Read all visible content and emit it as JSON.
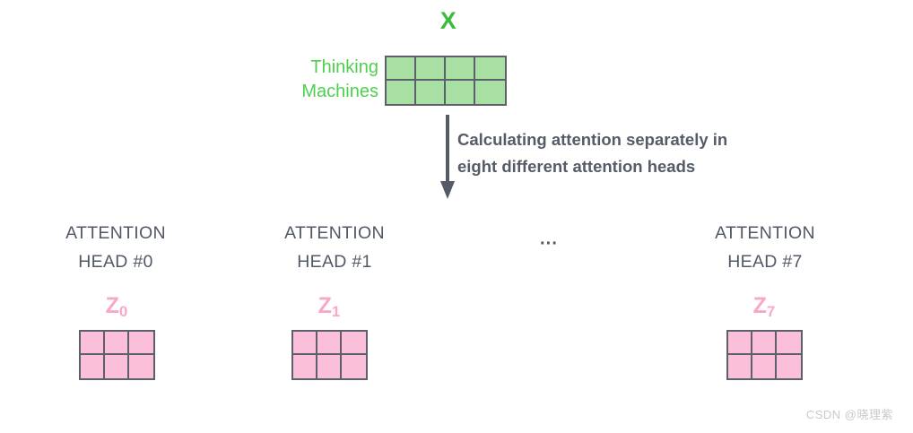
{
  "input": {
    "matrix_label": "X",
    "matrix_label_color": "#3bbd3b",
    "token_rows": [
      "Thinking",
      "Machines"
    ],
    "token_color": "#4ed04e",
    "grid": {
      "rows": 2,
      "cols": 4,
      "fill": "#a8dfa3",
      "stroke": "#5b606c"
    }
  },
  "flow": {
    "arrow_icon": "down-arrow-icon",
    "arrow_color": "#545b67",
    "annotation_lines": [
      "Calculating attention separately in",
      "eight different attention heads"
    ],
    "annotation_color": "#555c68"
  },
  "heads": [
    {
      "title_lines": [
        "ATTENTION",
        "HEAD #0"
      ],
      "output_label": "Z",
      "output_subscript": "0",
      "grid": {
        "rows": 2,
        "cols": 3,
        "fill": "#fbbfd9",
        "stroke": "#5b606c"
      }
    },
    {
      "title_lines": [
        "ATTENTION",
        "HEAD #1"
      ],
      "output_label": "Z",
      "output_subscript": "1",
      "grid": {
        "rows": 2,
        "cols": 3,
        "fill": "#fbbfd9",
        "stroke": "#5b606c"
      }
    },
    {
      "title_lines": [
        "ATTENTION",
        "HEAD #7"
      ],
      "output_label": "Z",
      "output_subscript": "7",
      "grid": {
        "rows": 2,
        "cols": 3,
        "fill": "#fbbfd9",
        "stroke": "#5b606c"
      }
    }
  ],
  "ellipsis": "···",
  "head_title_color": "#525966",
  "output_label_color": "#f9a7c9",
  "watermark": "CSDN @晓理紫",
  "background": "#ffffff"
}
